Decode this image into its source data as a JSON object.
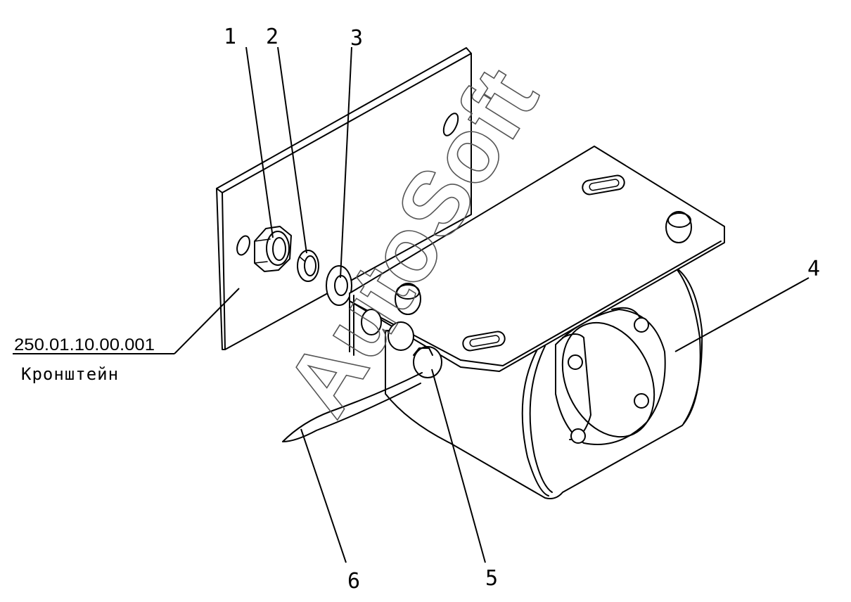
{
  "callouts": {
    "c1": "1",
    "c2": "2",
    "c3": "3",
    "c4": "4",
    "c5": "5",
    "c6": "6"
  },
  "part_label": {
    "number": "250.01.10.00.001",
    "name": "Кронштейн"
  },
  "watermark": "AutoSoft",
  "colors": {
    "line": "#000000",
    "background": "#ffffff"
  }
}
